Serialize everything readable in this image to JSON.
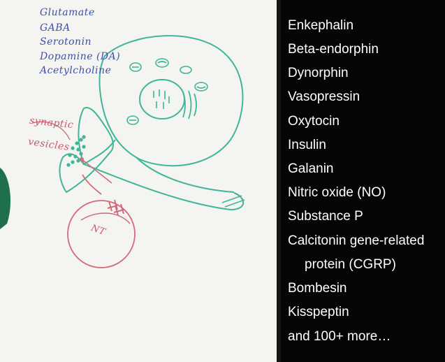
{
  "whiteboard": {
    "left_list": [
      "Glutamate",
      "GABA",
      "Serotonin",
      "Dopamine (DA)",
      "Acetylcholine"
    ],
    "label_synaptic": "synaptic",
    "label_vesicles": "vesicles",
    "label_nt": "NT"
  },
  "right_list": {
    "items": [
      "Enkephalin",
      "Beta-endorphin",
      "Dynorphin",
      "Vasopressin",
      "Oxytocin",
      "Insulin",
      "Galanin",
      "Nitric oxide (NO)",
      "Substance P",
      "Calcitonin gene-related",
      "protein (CGRP)",
      "Bombesin",
      "Kisspeptin",
      "and 100+ more…"
    ]
  },
  "colors": {
    "neuron": "#3fb59a",
    "target": "#d46b7a",
    "small_molecule_text": "#3d4fa8",
    "panel_bg": "#050505"
  }
}
